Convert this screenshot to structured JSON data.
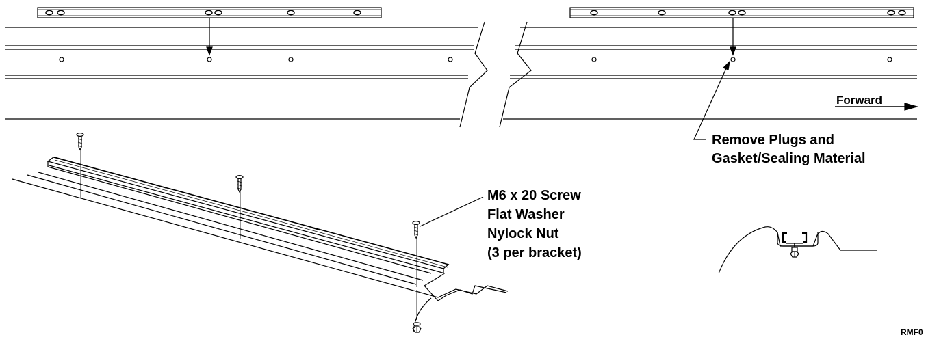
{
  "labels": {
    "forward": "Forward",
    "remove_line1": "Remove Plugs and",
    "remove_line2": "Gasket/Sealing Material",
    "hw_line1": "M6 x 20 Screw",
    "hw_line2": "Flat Washer",
    "hw_line3": "Nylock Nut",
    "hw_line4": "(3 per bracket)",
    "figure_code": "RMF0"
  },
  "colors": {
    "ink": "#000000",
    "background": "#ffffff"
  }
}
